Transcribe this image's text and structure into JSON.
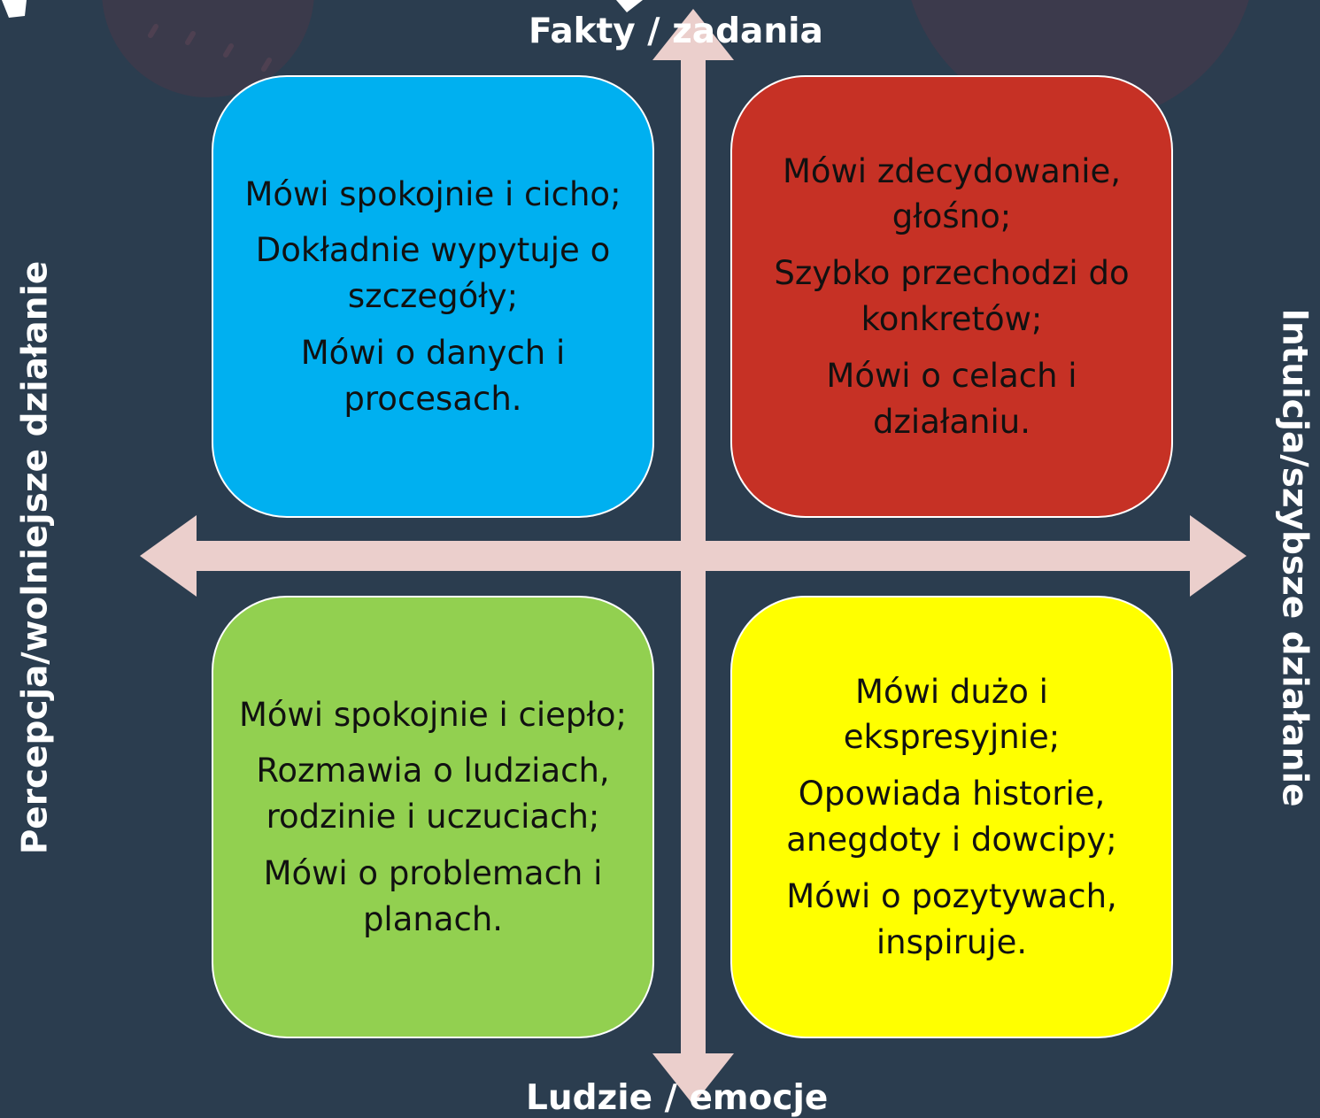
{
  "colors": {
    "background": "#2b3d4f",
    "arrow": "#ebcfcc",
    "facts_slow": "#00b0f0",
    "facts_fast": "#c63125",
    "people_slow": "#92d050",
    "people_fast": "#ffff00"
  },
  "axes": {
    "top": "Fakty / zadania",
    "bottom": "Ludzie / emocje",
    "left": "Percepcja/wolniejsze działanie",
    "right": "Intuicja/szybsze działanie"
  },
  "quadrants": {
    "top_left": {
      "lines": [
        "Mówi spokojnie i cicho;",
        "Dokładnie wypytuje o szczegóły;",
        "Mówi o danych i procesach."
      ]
    },
    "top_right": {
      "lines": [
        "Mówi zdecydowanie, głośno;",
        "Szybko przechodzi do konkretów;",
        "Mówi o celach i działaniu."
      ]
    },
    "bottom_left": {
      "lines": [
        "Mówi spokojnie i ciepło;",
        "Rozmawia o ludziach, rodzinie i uczuciach;",
        "Mówi o problemach i planach."
      ]
    },
    "bottom_right": {
      "lines": [
        "Mówi dużo i ekspresyjnie;",
        "Opowiada historie, anegdoty i dowcipy;",
        "Mówi o pozytywach, inspiruje."
      ]
    }
  }
}
